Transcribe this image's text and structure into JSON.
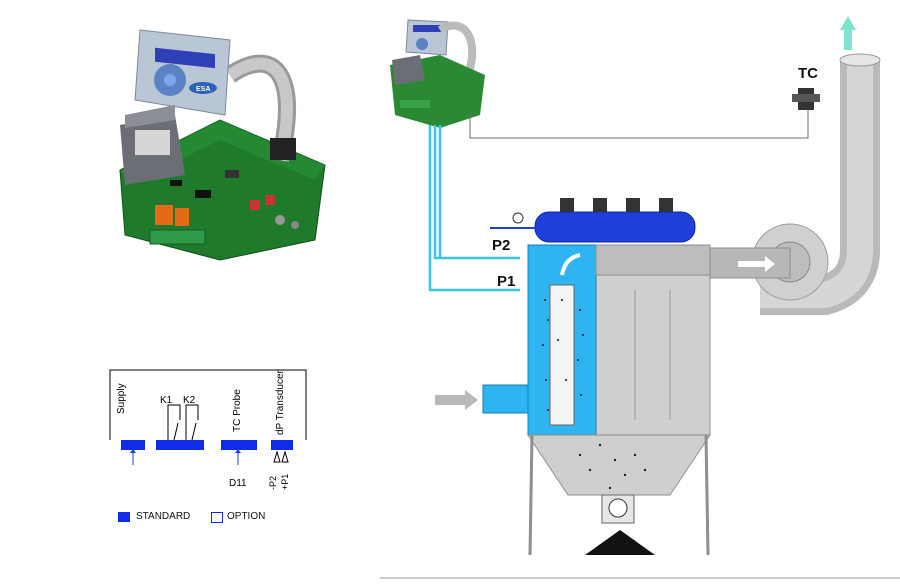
{
  "board": {
    "brand": "ESA"
  },
  "wiring": {
    "terminals": {
      "supply": "Supply",
      "k1": "K1",
      "k2": "K2",
      "tc_probe": "TC Probe",
      "dp_transducer": "dP Transducer",
      "d11": "D11",
      "minus_p2": "-P2",
      "plus_p1": "+P1"
    },
    "legend": {
      "standard": "STANDARD",
      "option": "OPTION"
    }
  },
  "process": {
    "labels": {
      "tc": "TC",
      "p2": "P2",
      "p1": "P1"
    },
    "colors": {
      "blue_accent": "#1e40d8",
      "cyan_line": "#39c6e6",
      "light_blue": "#2eb4f0",
      "steel": "#c7c7c7",
      "dark_green_pcb": "#1d7a2a"
    }
  }
}
